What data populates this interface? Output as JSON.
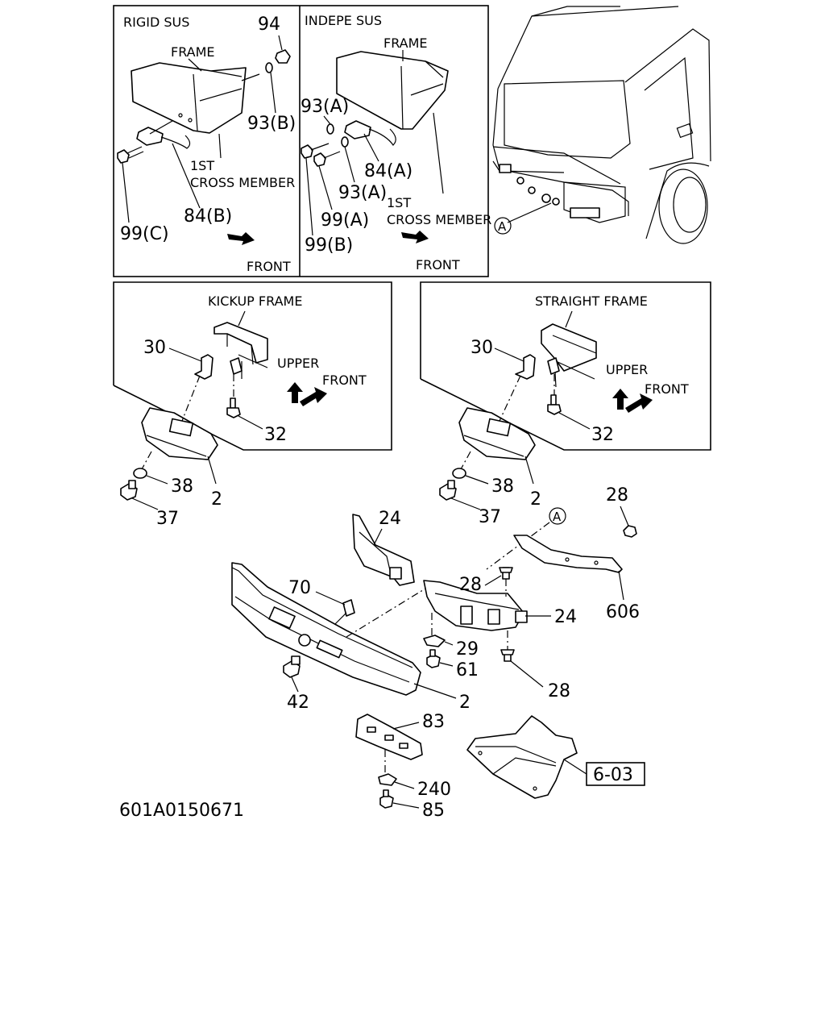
{
  "panels": {
    "rigid": {
      "title": "RIGID SUS",
      "frame": "FRAME",
      "cross_member_1": "1ST",
      "cross_member_2": "CROSS MEMBER",
      "front": "FRONT",
      "parts": {
        "p94": "94",
        "p93b": "93(B)",
        "p84b": "84(B)",
        "p99c": "99(C)"
      }
    },
    "indep": {
      "title": "INDEPE SUS",
      "frame": "FRAME",
      "cross_member_1": "1ST",
      "cross_member_2": "CROSS MEMBER",
      "front": "FRONT",
      "parts": {
        "p93a_1": "93(A)",
        "p84a": "84(A)",
        "p93a_2": "93(A)",
        "p99a": "99(A)",
        "p99b": "99(B)"
      }
    },
    "kickup": {
      "title": "KICKUP FRAME",
      "upper": "UPPER",
      "front": "FRONT",
      "parts": {
        "p30": "30",
        "p32": "32",
        "p38": "38",
        "p2": "2",
        "p37": "37"
      }
    },
    "straight": {
      "title": "STRAIGHT FRAME",
      "upper": "UPPER",
      "front": "FRONT",
      "parts": {
        "p30": "30",
        "p32": "32",
        "p38": "38",
        "p2": "2",
        "p37": "37"
      }
    }
  },
  "truck": {
    "ref": "A"
  },
  "main": {
    "ref_a": "A",
    "parts": {
      "p24_top": "24",
      "p28_top": "28",
      "p70": "70",
      "p28_mid": "28",
      "p24_mid": "24",
      "p606": "606",
      "p29": "29",
      "p61": "61",
      "p28_bot": "28",
      "p42": "42",
      "p2": "2",
      "p83": "83",
      "p240": "240",
      "p85": "85"
    },
    "ref_box": "6-03"
  },
  "diagram_id": "601A0150671"
}
